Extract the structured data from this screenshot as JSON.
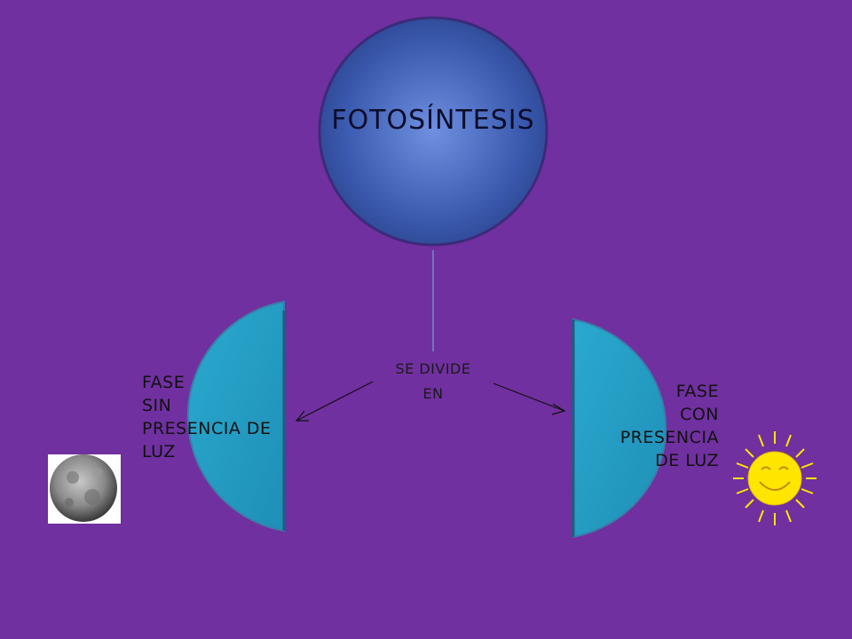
{
  "diagram": {
    "title": "FOTOSÍNTESIS",
    "connector_label": [
      "SE DIVIDE",
      "EN"
    ],
    "left_node": {
      "lines": [
        "FASE",
        "SIN",
        "PRESENCIA DE",
        "LUZ"
      ]
    },
    "right_node": {
      "lines": [
        "FASE",
        "CON",
        "PRESENCIA",
        "DE LUZ"
      ]
    }
  },
  "colors": {
    "background": "#7030a0",
    "title_circle": "#4a6cc0",
    "phase_shapes": "#2b9fc4",
    "sun": "#ffe600",
    "moon": "#8c8c8c"
  },
  "icons": {
    "left": "moon-icon",
    "right": "sun-icon"
  }
}
